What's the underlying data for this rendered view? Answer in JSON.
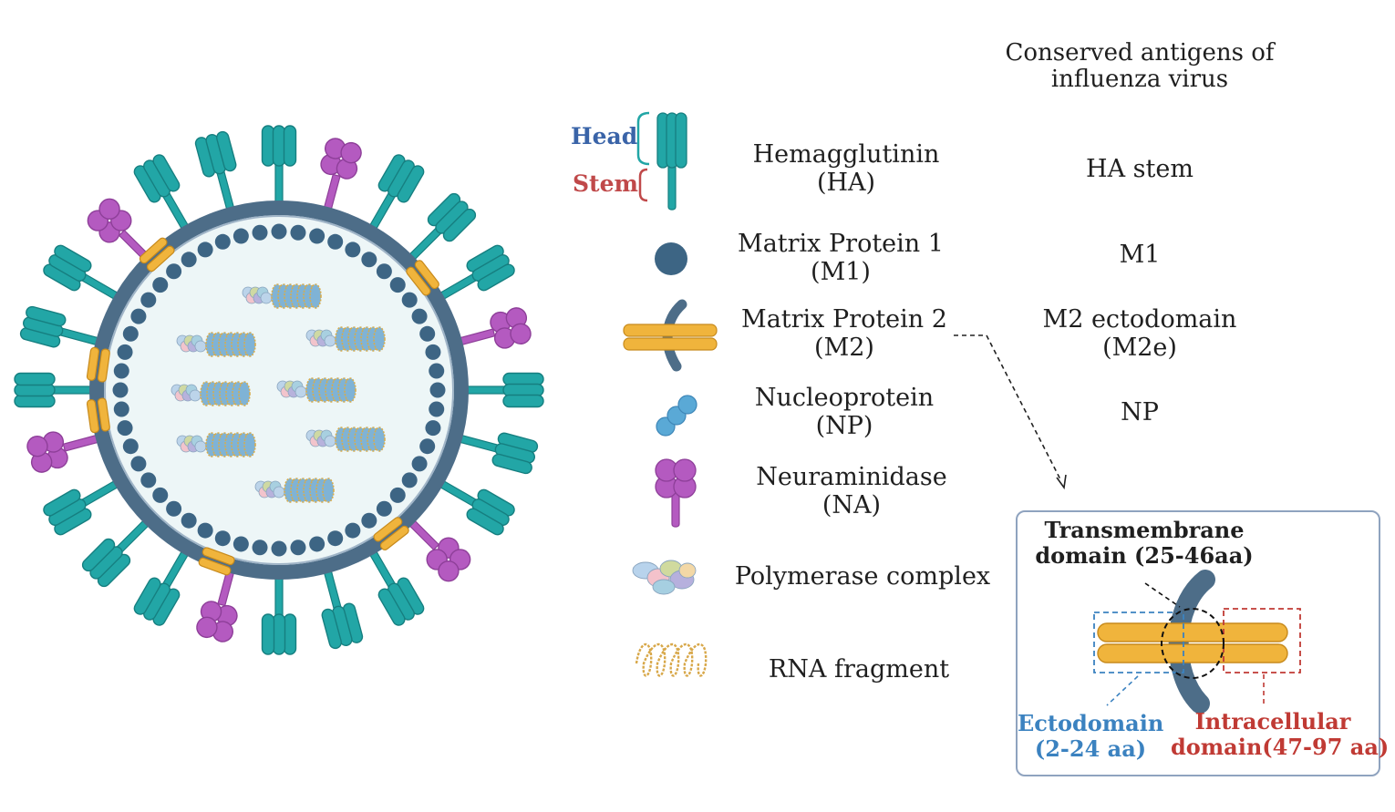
{
  "header": {
    "line1": "Conserved antigens of",
    "line2": "influenza virus"
  },
  "ha_parts": {
    "head": "Head",
    "stem": "Stem"
  },
  "legend": [
    {
      "id": "ha",
      "icon": "hemagglutinin-icon",
      "line1": "Hemagglutinin",
      "line2": "(HA)",
      "antigen": "HA stem"
    },
    {
      "id": "m1",
      "icon": "matrix-protein-1-icon",
      "line1": "Matrix Protein 1",
      "line2": "(M1)",
      "antigen": "M1"
    },
    {
      "id": "m2",
      "icon": "matrix-protein-2-icon",
      "line1": "Matrix Protein 2",
      "line2": "(M2)",
      "antigen_line1": "M2 ectodomain",
      "antigen_line2": "(M2e)"
    },
    {
      "id": "np",
      "icon": "nucleoprotein-icon",
      "line1": "Nucleoprotein",
      "line2": "(NP)",
      "antigen": "NP"
    },
    {
      "id": "na",
      "icon": "neuraminidase-icon",
      "line1": "Neuraminidase",
      "line2": "(NA)"
    },
    {
      "id": "pc",
      "icon": "polymerase-complex-icon",
      "line1": "Polymerase complex"
    },
    {
      "id": "rna",
      "icon": "rna-fragment-icon",
      "line1": "RNA fragment"
    }
  ],
  "inset": {
    "transmembrane_line1": "Transmembrane",
    "transmembrane_line2": "domain (25-46aa)",
    "ecto_line1": "Ectodomain",
    "ecto_line2": "(2-24 aa)",
    "intra_line1": "Intracellular",
    "intra_line2": "domain(47-97 aa)"
  },
  "colors": {
    "ha_teal": "#22a6a6",
    "ha_teal_dark": "#167f80",
    "m1_blue": "#3d6584",
    "membrane": "#4d6d88",
    "m2_gold": "#f0b43c",
    "m2_gold_dark": "#c78a1c",
    "na_purple": "#b45ac0",
    "np_blue": "#5aa9d6",
    "head_label": "#3a64a8",
    "stem_label": "#c0494a",
    "ecto_label": "#3b82c0",
    "intra_label": "#c03a34",
    "interior": "#edf6f7"
  }
}
